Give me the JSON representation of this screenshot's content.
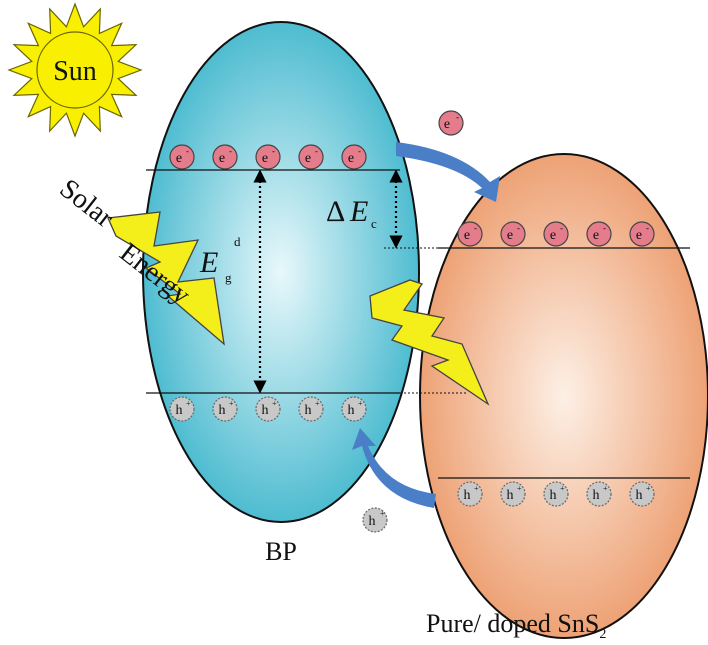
{
  "sun": {
    "label": "Sun"
  },
  "solar_energy": {
    "line1": "Solar",
    "line2": "Energy"
  },
  "bp": {
    "name": "BP",
    "electron_symbol": "e",
    "electron_charge": "-",
    "hole_symbol": "h",
    "hole_charge": "+",
    "gap_symbol": "E",
    "gap_subscript": "g",
    "gap_superscript": "d"
  },
  "offset": {
    "delta": "Δ",
    "symbol": "E",
    "subscript": "c"
  },
  "sns2": {
    "name_prefix": "Pure/ doped  SnS",
    "name_subscript": "2"
  },
  "transfer": {
    "electron_symbol": "e",
    "hole_symbol": "h"
  },
  "counts": {
    "bp_electrons": 5,
    "bp_holes": 5,
    "sns2_electrons": 5,
    "sns2_holes": 5
  },
  "colors": {
    "bp_fill_center": "#e8f8fb",
    "bp_fill_edge": "#3fb6cc",
    "sns2_fill_center": "#fdf0e6",
    "sns2_fill_edge": "#ec9a6a",
    "electron": "#e57c8c",
    "hole": "#c8c8c8",
    "arrow": "#4a7fc8",
    "bolt": "#f4ee1a",
    "sun": "#f8f000"
  }
}
